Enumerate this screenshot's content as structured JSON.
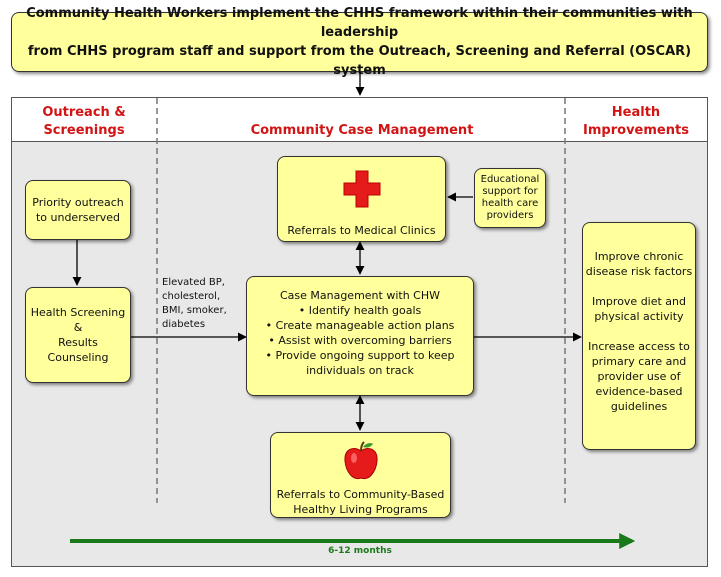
{
  "header": {
    "line1": "Community Health Workers implement the CHHS framework within their communities with leadership",
    "line2": "from CHHS program staff and support from the Outreach, Screening and Referral (OSCAR) system"
  },
  "columns": {
    "outreach_line1": "Outreach &",
    "outreach_line2": "Screenings",
    "case_mgmt": "Community Case Management",
    "health_line1": "Health",
    "health_line2": "Improvements"
  },
  "boxes": {
    "priority_outreach": {
      "line1": "Priority outreach",
      "line2": "to underserved"
    },
    "health_screening": {
      "line1": "Health Screening",
      "line2": "&",
      "line3": "Results",
      "line4": "Counseling"
    },
    "medical_clinics": "Referrals to Medical Clinics",
    "educational_support": {
      "line1": "Educational",
      "line2": "support for",
      "line3": "health care",
      "line4": "providers"
    },
    "case_management": {
      "title": "Case Management with CHW",
      "items": [
        "Identify health goals",
        "Create manageable action plans",
        "Assist with overcoming barriers",
        "Provide ongoing support to keep"
      ],
      "item4_cont": "individuals on track"
    },
    "community_programs": {
      "line1": "Referrals to Community-Based",
      "line2": "Healthy Living Programs"
    },
    "health_improvements": {
      "p1_line1": "Improve chronic",
      "p1_line2": "disease risk factors",
      "p2_line1": "Improve diet and",
      "p2_line2": "physical activity",
      "p3_line1": "Increase access to",
      "p3_line2": "primary care and",
      "p3_line3": "provider use of",
      "p3_line4": "evidence-based",
      "p3_line5": "guidelines"
    }
  },
  "screening_label": {
    "line1": "Elevated BP,",
    "line2": "cholesterol,",
    "line3": "BMI, smoker,",
    "line4": "diabetes"
  },
  "timeline": {
    "label": "6-12 months",
    "color": "#1a7a1a"
  },
  "icons": {
    "medical": "red-cross-icon",
    "community": "apple-icon"
  },
  "colors": {
    "box_fill": "#ffff9c",
    "panel_bg": "#e8e8e8",
    "title_red": "#d21414",
    "cross_red": "#e51a1a"
  }
}
